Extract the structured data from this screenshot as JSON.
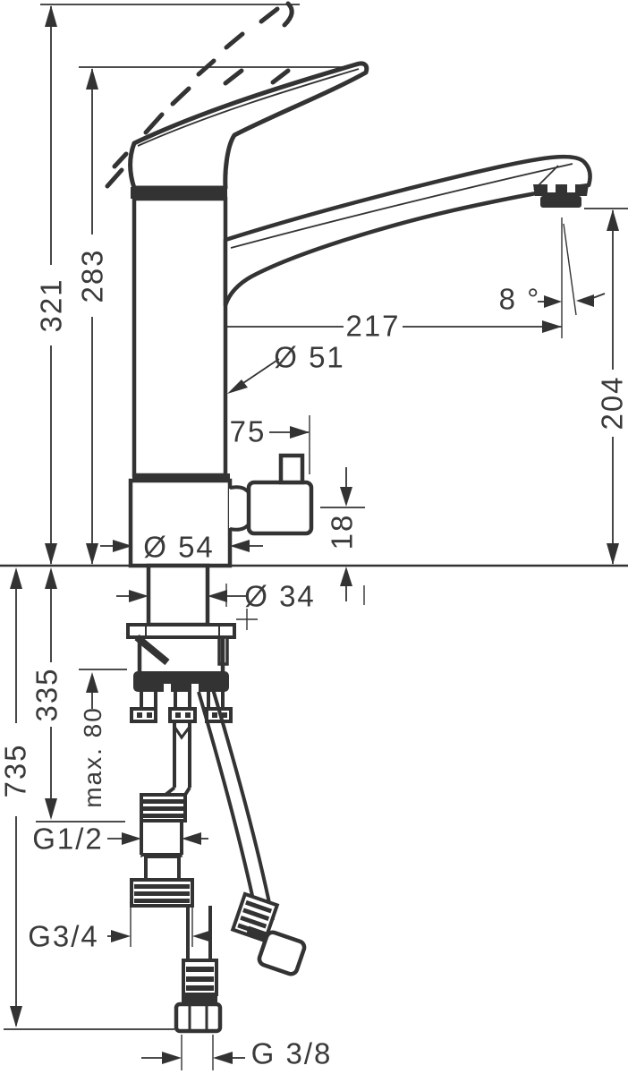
{
  "drawing": {
    "type": "technical-dimension-drawing",
    "subject": "single-lever kitchen faucet, side view with below-counter mounting and supply hoses",
    "colors": {
      "line": "#333333",
      "text": "#3a3a3a",
      "background": "#ffffff"
    },
    "labels": {
      "total_height": "321",
      "height_to_handle": "283",
      "spout_reach": "217",
      "spout_angle": "8 °",
      "spout_diameter": "Ø 51",
      "outlet_height": "204",
      "valve_offset": "75",
      "base_diameter": "Ø 54",
      "valve_clearance": "18",
      "shank_diameter": "Ø 34",
      "shank_length": "335",
      "max_counter_thickness": "max. 80",
      "hose_length": "735",
      "thread_connection_top": "G1/2",
      "thread_connection_mid": "G3/4",
      "thread_connection_bottom": "G 3/8"
    }
  }
}
